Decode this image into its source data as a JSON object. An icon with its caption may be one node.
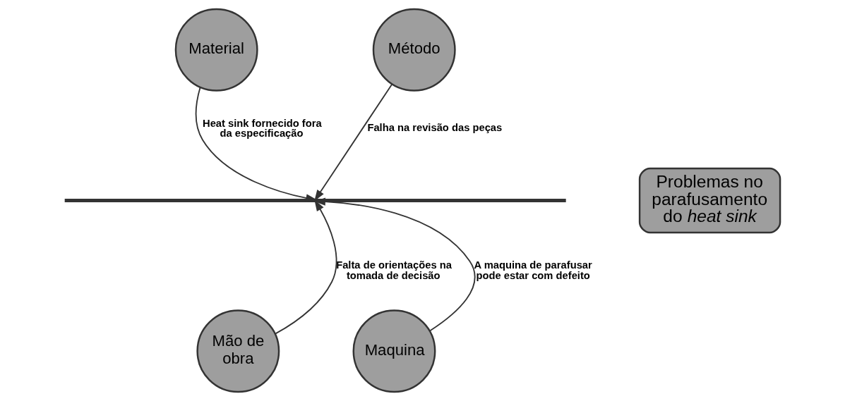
{
  "diagram": {
    "nodes": [
      {
        "text": [
          "Material"
        ]
      },
      {
        "text": [
          "Método"
        ]
      },
      {
        "text": [],
        "shape": "bar"
      },
      {
        "text": [
          "Problemas no parafusamento do *heat sink*"
        ]
      },
      {
        "text": [
          "Mão de obra"
        ]
      },
      {
        "text": [
          "Maquina"
        ]
      }
    ],
    "edges": [
      {
        "from": 0,
        "to": 2,
        "arrow": "to",
        "label": "Heat sink fornecido fora da especificação"
      },
      {
        "from": 1,
        "to": 2,
        "arrow": "to",
        "label": "Falha na revisão das peças"
      },
      {
        "from": 4,
        "to": 2,
        "arrow": "to",
        "label": "Falta de orientações na tomada de decisão"
      },
      {
        "from": 5,
        "to": 2,
        "arrow": "to",
        "label": "A maquina de parafusar pode estar com defeito"
      }
    ]
  }
}
